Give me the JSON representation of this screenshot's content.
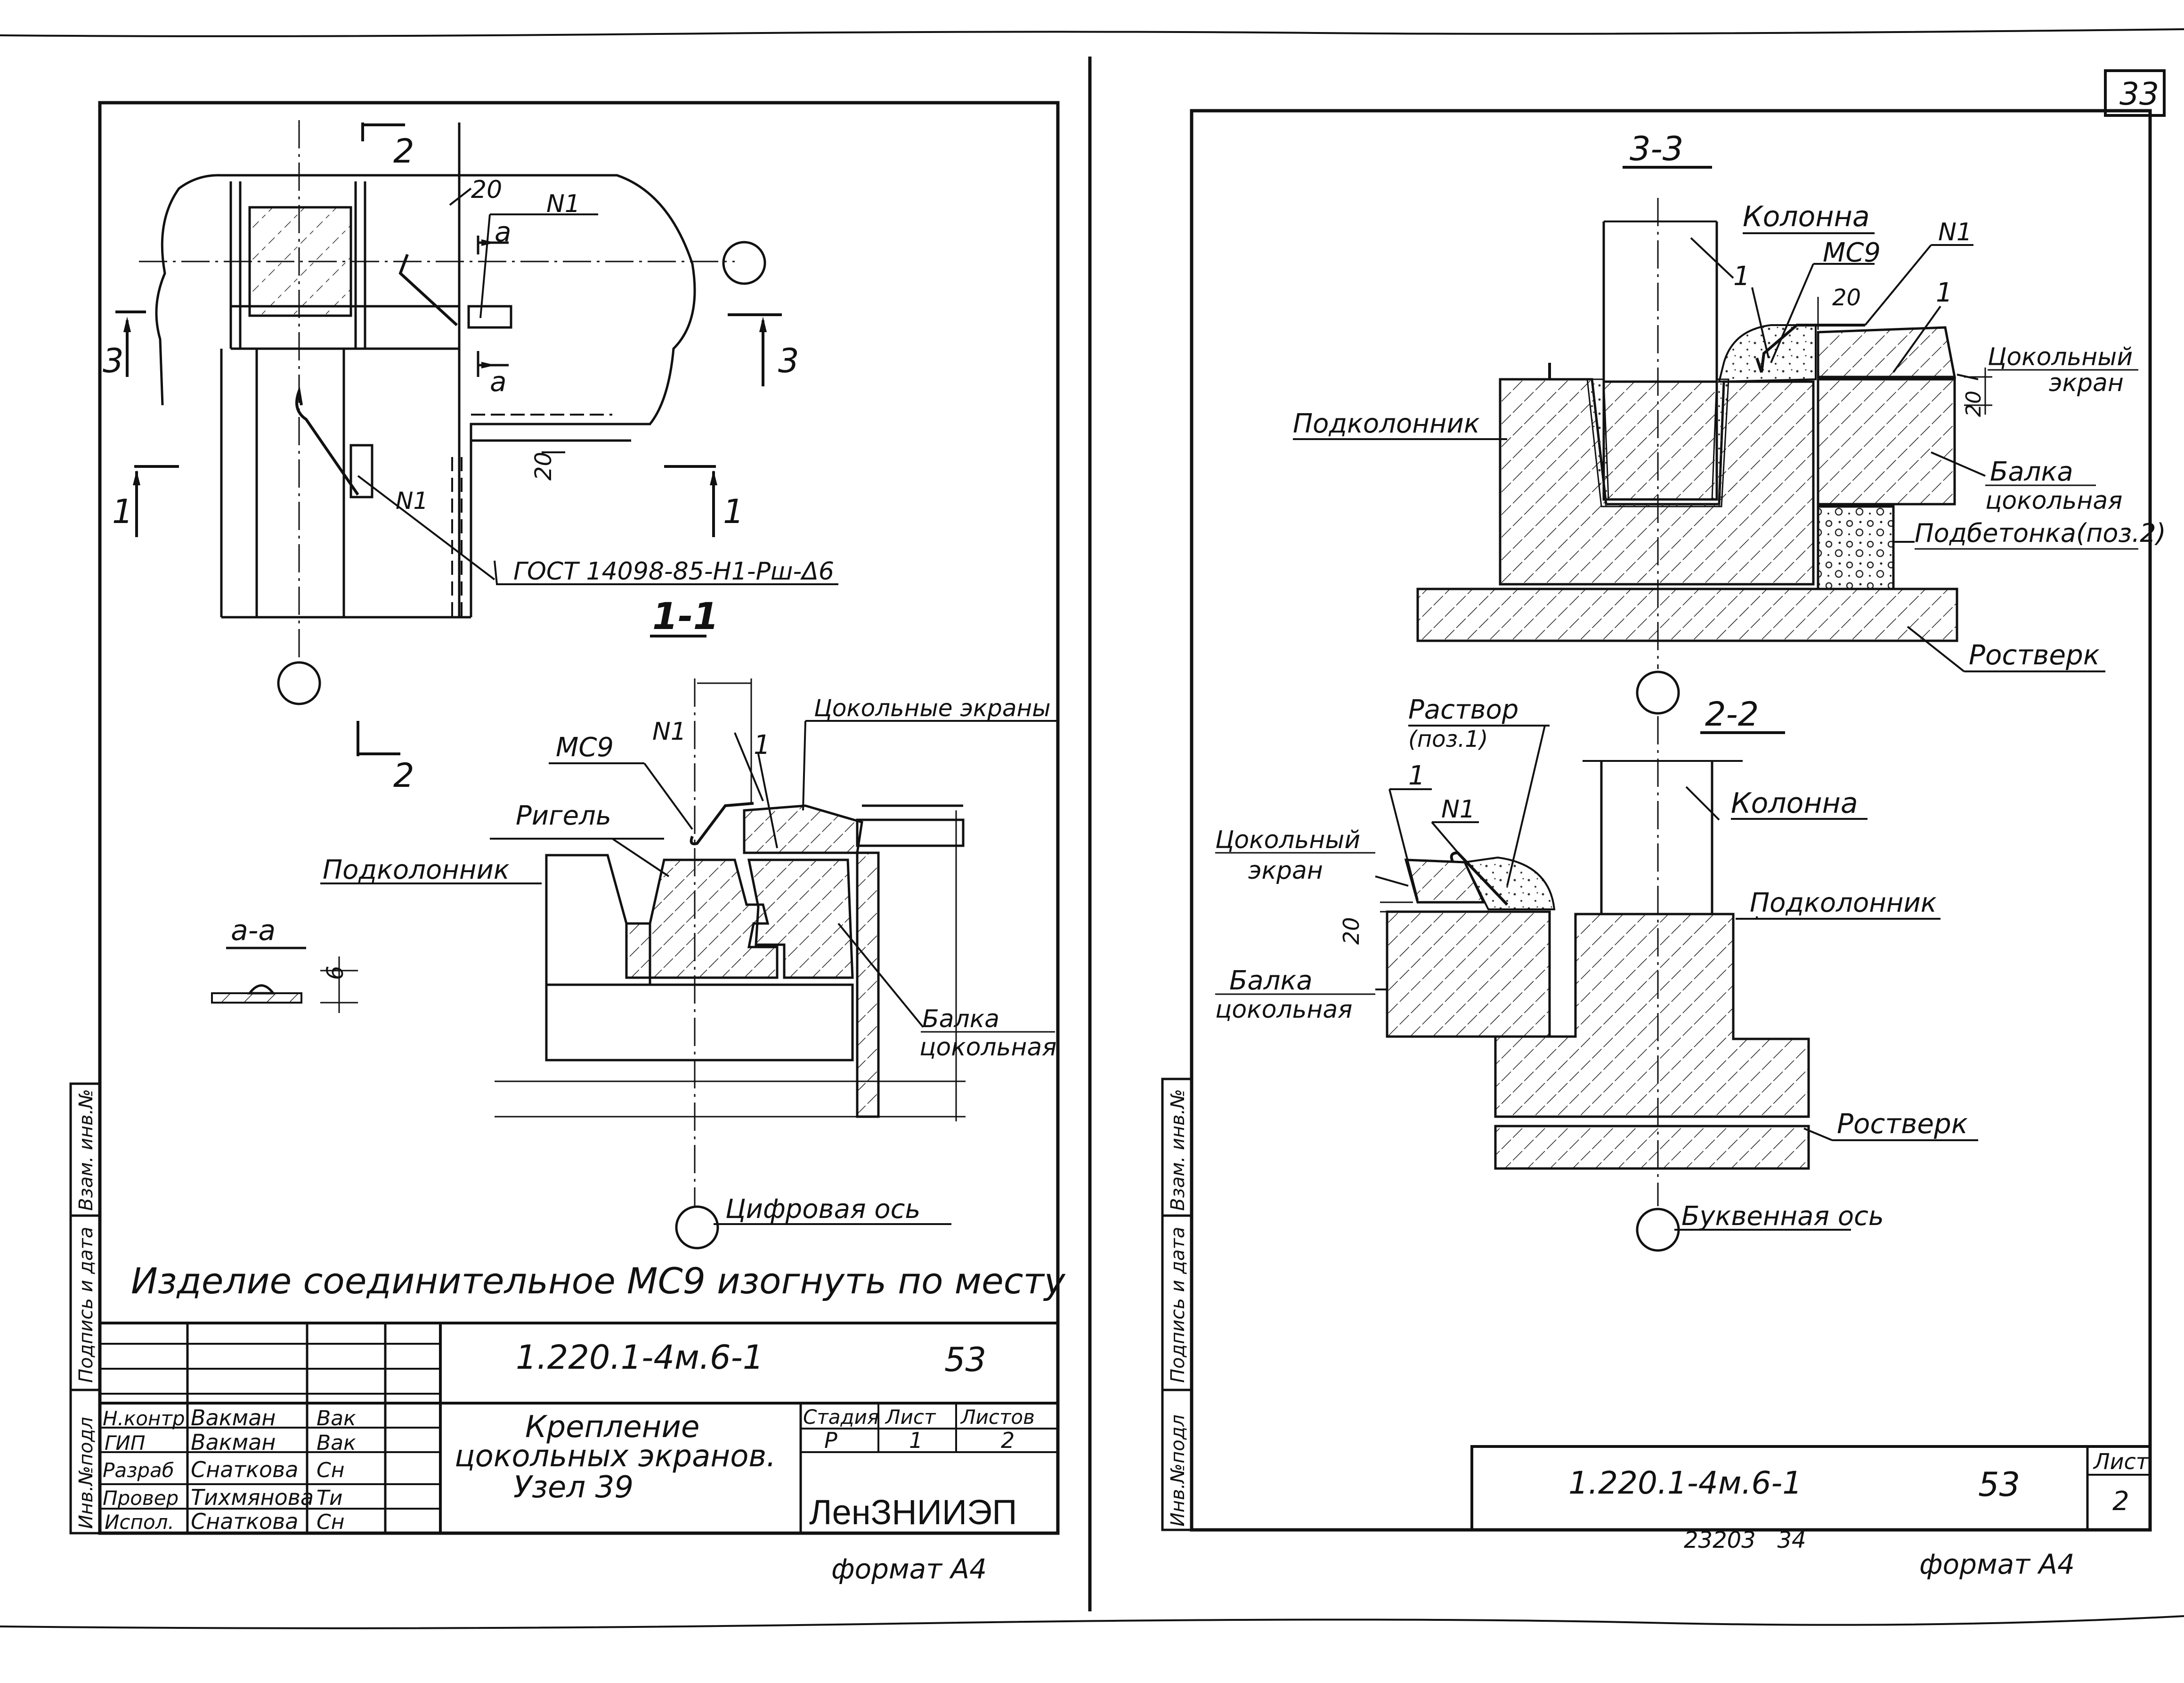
{
  "sheet_number": "33",
  "left_sheet": {
    "section_1_1": {
      "title": "1-1",
      "marks": {
        "sec2_top": "2",
        "sec2_bot": "2",
        "sec3_l": "3",
        "sec3_r": "3",
        "sec1_l": "1",
        "sec1_r": "1",
        "a_top": "a",
        "a_bot": "a"
      },
      "dim_20_top": "20",
      "dim_20_bot": "20",
      "n1_top": "N1",
      "n1_bot": "N1",
      "gost": "ГОСТ 14098-85-Н1-Рш-Δ6"
    },
    "node_detail": {
      "mc9": "МС9",
      "n1": "N1",
      "one": "1",
      "screens": "Цокольные экраны",
      "rigel": "Ригель",
      "podkolonnik": "Подколонник",
      "beam_1": "Балка",
      "beam_2": "цокольная",
      "axis": "Цифровая ось"
    },
    "section_a_a": {
      "title": "а-а",
      "dim": "6"
    },
    "note": "Изделие соединительное МС9 изогнуть по месту",
    "title_block": {
      "code": "1.220.1-4м.6-1",
      "page": "53",
      "name_1": "Крепление",
      "name_2": "цокольных экранов.",
      "name_3": "Узел 39",
      "h_stage": "Стадия",
      "h_sheet": "Лист",
      "h_sheets": "Листов",
      "stage": "Р",
      "sheet": "1",
      "sheets": "2",
      "org": "ЛенЗНИИЭП",
      "staff": [
        {
          "role": "Н.контр",
          "name": "Вакман",
          "sign": "Вак"
        },
        {
          "role": "ГИП",
          "name": "Вакман",
          "sign": "Вак"
        },
        {
          "role": "Разраб",
          "name": "Снаткова",
          "sign": "Сн"
        },
        {
          "role": "Провер",
          "name": "Тихмянова",
          "sign": "Ти"
        },
        {
          "role": "Испол.",
          "name": "Снаткова",
          "sign": "Сн"
        }
      ]
    },
    "side_stamp": [
      "Инв.№подл",
      "Подпись и дата",
      "Взам. инв.№"
    ],
    "format": "формат А4"
  },
  "right_sheet": {
    "section_3_3": {
      "title": "3-3",
      "column": "Колонна",
      "mc9": "МС9",
      "n1": "N1",
      "one_a": "1",
      "one_b": "1",
      "dim20a": "20",
      "dim20b": "20",
      "screen_1": "Цокольный",
      "screen_2": "экран",
      "beam_1": "Балка",
      "beam_2": "цокольная",
      "podbetonka": "Подбетонка(поз.2)",
      "podkolonnik": "Подколонник",
      "rostverk": "Ростверк"
    },
    "section_2_2": {
      "title": "2-2",
      "mortar_1": "Раствор",
      "mortar_2": "(поз.1)",
      "one": "1",
      "n1": "N1",
      "column": "Колонна",
      "screen_1": "Цокольный",
      "screen_2": "экран",
      "dim20": "20",
      "podkolonnik": "Подколонник",
      "beam_1": "Балка",
      "beam_2": "цокольная",
      "rostverk": "Ростверк",
      "axis": "Буквенная ось"
    },
    "title_block": {
      "code": "1.220.1-4м.6-1",
      "page": "53",
      "h_sheet": "Лист",
      "sheet": "2"
    },
    "side_stamp": [
      "Инв.№подл",
      "Подпись и дата",
      "Взам. инв.№"
    ],
    "bottom_numbers": "23203   34",
    "format": "формат А4"
  }
}
